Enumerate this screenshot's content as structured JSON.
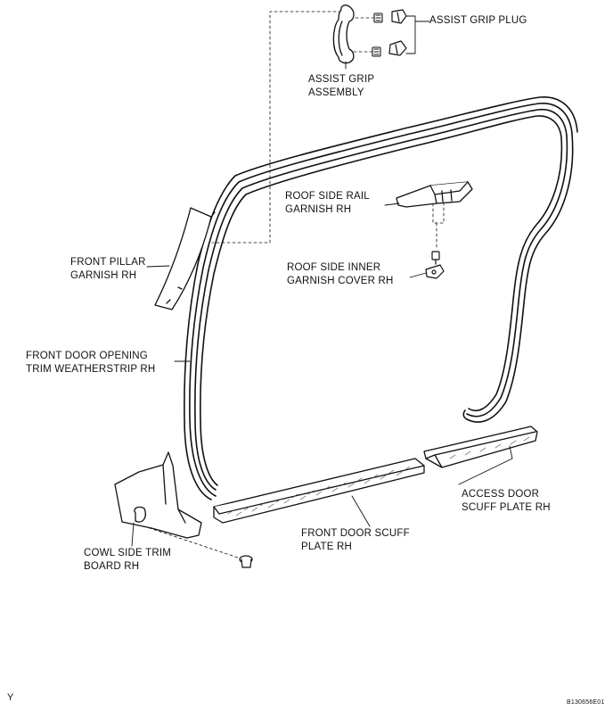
{
  "labels": {
    "assist_grip_plug": "ASSIST GRIP PLUG",
    "assist_grip_assembly": [
      "ASSIST GRIP",
      "ASSEMBLY"
    ],
    "roof_side_rail_garnish": [
      "ROOF SIDE RAIL",
      "GARNISH RH"
    ],
    "front_pillar_garnish": [
      "FRONT PILLAR",
      "GARNISH RH"
    ],
    "roof_side_inner_garnish_cover": [
      "ROOF SIDE INNER",
      "GARNISH COVER RH"
    ],
    "front_door_opening_weatherstrip": [
      "FRONT DOOR OPENING",
      "TRIM WEATHERSTRIP RH"
    ],
    "access_door_scuff_plate": [
      "ACCESS DOOR",
      "SCUFF PLATE RH"
    ],
    "front_door_scuff_plate": [
      "FRONT DOOR SCUFF",
      "PLATE RH"
    ],
    "cowl_side_trim_board": [
      "COWL SIDE TRIM",
      "BOARD RH"
    ]
  },
  "footer": {
    "corner_mark": "Y",
    "figure_code": "B130656E01"
  }
}
